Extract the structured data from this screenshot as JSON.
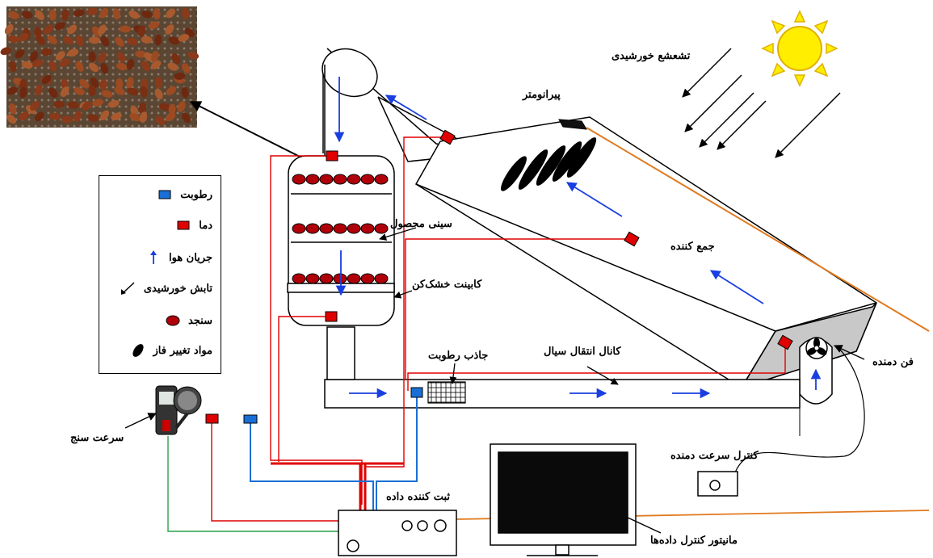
{
  "colors": {
    "humidity_sensor": "#1a6fd6",
    "temperature_sensor": "#e00000",
    "air_flow": "#1a3fe0",
    "pcm": "#000000",
    "pistachio": "#b0000a",
    "pyranometer_cable": "#e07a1f",
    "sun": "#ffee00"
  },
  "icons": {
    "sun": "sun-icon",
    "fan": "fan-icon",
    "anemometer": "anemometer-icon",
    "photo": "pistachio-photo"
  },
  "labels": {
    "solar_radiation": "تشعشع خورشیدی",
    "pyranometer": "پیرانومتر",
    "collector": "جمع کننده",
    "product_tray": "سینی محصول",
    "dryer_cabinet": "کابینت خشک‌کن",
    "desiccant": "جاذب رطوبت",
    "fluid_channel": "کانال انتقال سیال",
    "blower_fan": "فن دمنده",
    "blower_speed_control": "کنترل سرعت دمنده",
    "data_logger": "ثبت کننده داده",
    "data_monitor": "مانیتور کنترل داده‌ها",
    "speed_meter": "سرعت سنج"
  },
  "legend": [
    {
      "key": "humidity",
      "label": "رطوبت"
    },
    {
      "key": "temperature",
      "label": "دما"
    },
    {
      "key": "air_flow",
      "label": "جریان هوا"
    },
    {
      "key": "solar_irradiance",
      "label": "تابش خورشیدی"
    },
    {
      "key": "pistachio",
      "label": "سنجد"
    },
    {
      "key": "pcm",
      "label": "مواد تغییر فاز"
    }
  ]
}
